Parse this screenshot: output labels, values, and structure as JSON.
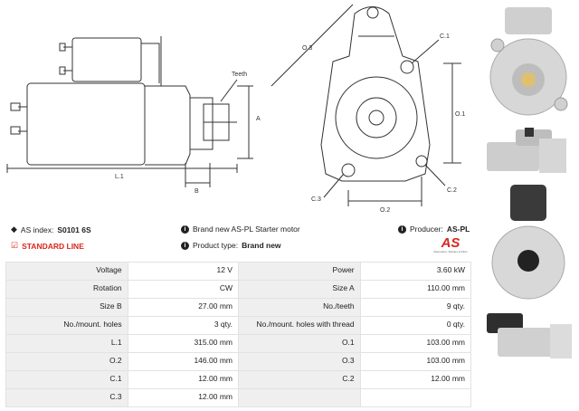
{
  "drawing": {
    "labels": {
      "teeth": "Teeth",
      "a": "A",
      "b": "B",
      "l1": "L.1",
      "o1": "O.1",
      "o2": "O.2",
      "o3": "O.3",
      "c1": "C.1",
      "c2": "C.2",
      "c3": "C.3"
    }
  },
  "info": {
    "as_index_label": "AS index:",
    "as_index_value": "S0101 6S",
    "brand_text": "Brand new AS-PL Starter motor",
    "producer_label": "Producer:",
    "producer_value": "AS-PL",
    "standard_line": "STANDARD LINE",
    "product_type_label": "Product type:",
    "product_type_value": "Brand new"
  },
  "logo": {
    "mark": "AS",
    "tagline": "Alternators, Starters & Parts"
  },
  "specs": [
    [
      {
        "label": "Voltage",
        "value": "12 V"
      },
      {
        "label": "Power",
        "value": "3.60 kW"
      }
    ],
    [
      {
        "label": "Rotation",
        "value": "CW"
      },
      {
        "label": "Size A",
        "value": "110.00 mm"
      }
    ],
    [
      {
        "label": "Size B",
        "value": "27.00 mm"
      },
      {
        "label": "No./teeth",
        "value": "9 qty."
      }
    ],
    [
      {
        "label": "No./mount. holes",
        "value": "3 qty."
      },
      {
        "label": "No./mount. holes with thread",
        "value": "0 qty."
      }
    ],
    [
      {
        "label": "L.1",
        "value": "315.00 mm"
      },
      {
        "label": "O.1",
        "value": "103.00 mm"
      }
    ],
    [
      {
        "label": "O.2",
        "value": "146.00 mm"
      },
      {
        "label": "O.3",
        "value": "103.00 mm"
      }
    ],
    [
      {
        "label": "C.1",
        "value": "12.00 mm"
      },
      {
        "label": "C.2",
        "value": "12.00 mm"
      }
    ],
    [
      {
        "label": "C.3",
        "value": "12.00 mm"
      },
      {
        "label": "",
        "value": ""
      }
    ]
  ],
  "colors": {
    "accent": "#d9261c",
    "label_bg": "#efefef",
    "border": "#e2e2e2"
  }
}
